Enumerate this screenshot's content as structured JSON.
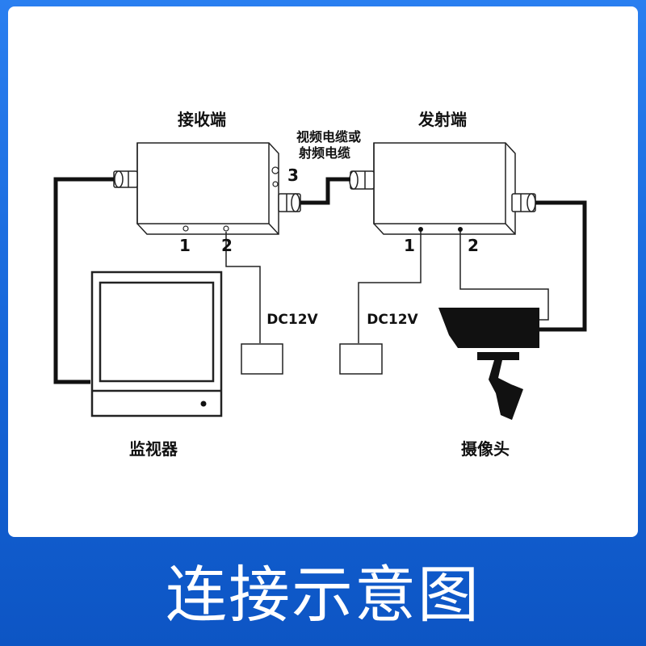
{
  "labels": {
    "receiver": "接收端",
    "transmitter": "发射端",
    "cable_line1": "视频电缆或",
    "cable_line2": "射频电缆",
    "port3": "3",
    "rx_port1": "1",
    "rx_port2": "2",
    "tx_port1": "1",
    "tx_port2": "2",
    "dc_left": "DC12V",
    "dc_right": "DC12V",
    "monitor": "监视器",
    "camera": "摄像头"
  },
  "caption": "连接示意图"
}
